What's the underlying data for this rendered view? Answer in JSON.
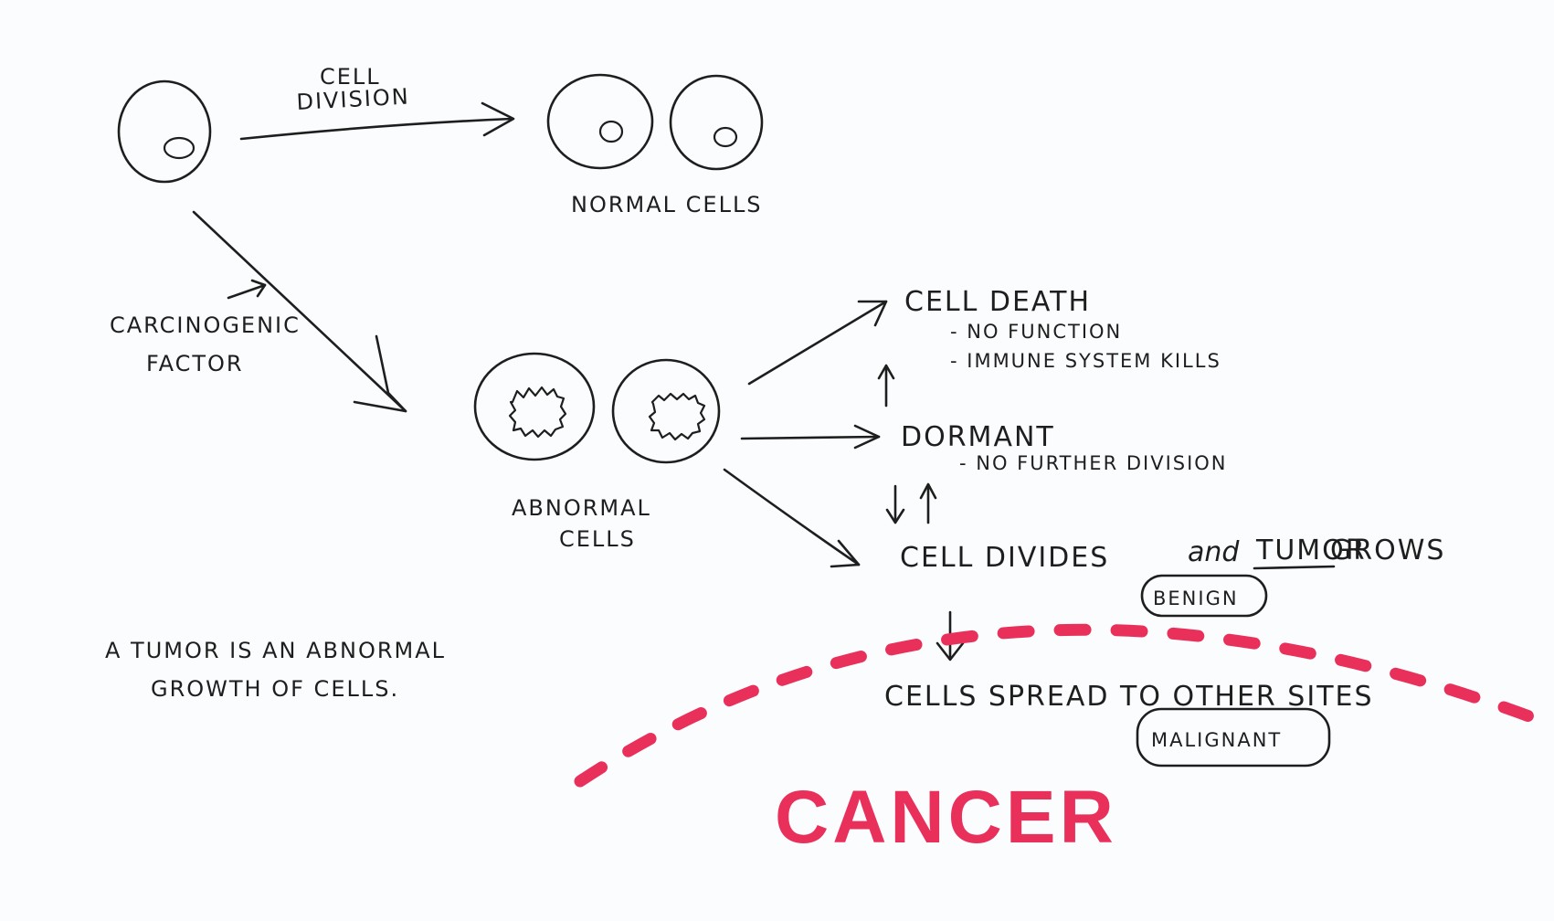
{
  "labels": {
    "cell_division": [
      "Cell",
      "Division"
    ],
    "normal_cells": "Normal Cells",
    "carcinogenic_factor": [
      "Carcinogenic",
      "Factor"
    ],
    "abnormal_cells": [
      "Abnormal",
      "Cells"
    ],
    "cell_death": "Cell Death",
    "cell_death_notes": [
      "- No Function",
      "- Immune System Kills"
    ],
    "dormant": "Dormant",
    "dormant_notes": [
      "- No Further Division"
    ],
    "cell_divides": "Cell Divides",
    "and": "and",
    "tumor": "Tumor",
    "grows": "Grows",
    "benign": "Benign",
    "cells_spread": "Cells Spread To Other Sites",
    "malignant": "Malignant",
    "cancer": "Cancer",
    "tumor_definition": [
      "A Tumor is An Abnormal",
      "Growth of Cells."
    ]
  },
  "colors": {
    "ink": "#1e1e1e",
    "cancer_red": "#e8305a",
    "paper": "#fbfcfd"
  }
}
